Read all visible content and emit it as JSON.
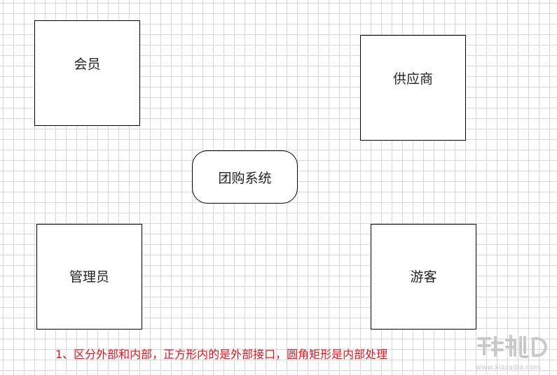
{
  "nodes": {
    "member": "会员",
    "supplier": "供应商",
    "system": "团购系统",
    "admin": "管理员",
    "guest": "游客"
  },
  "note": "1、区分外部和内部，正方形内的是外部接口，圆角矩形是内部处理",
  "watermark": {
    "site": "www.xiazaiba.com"
  }
}
